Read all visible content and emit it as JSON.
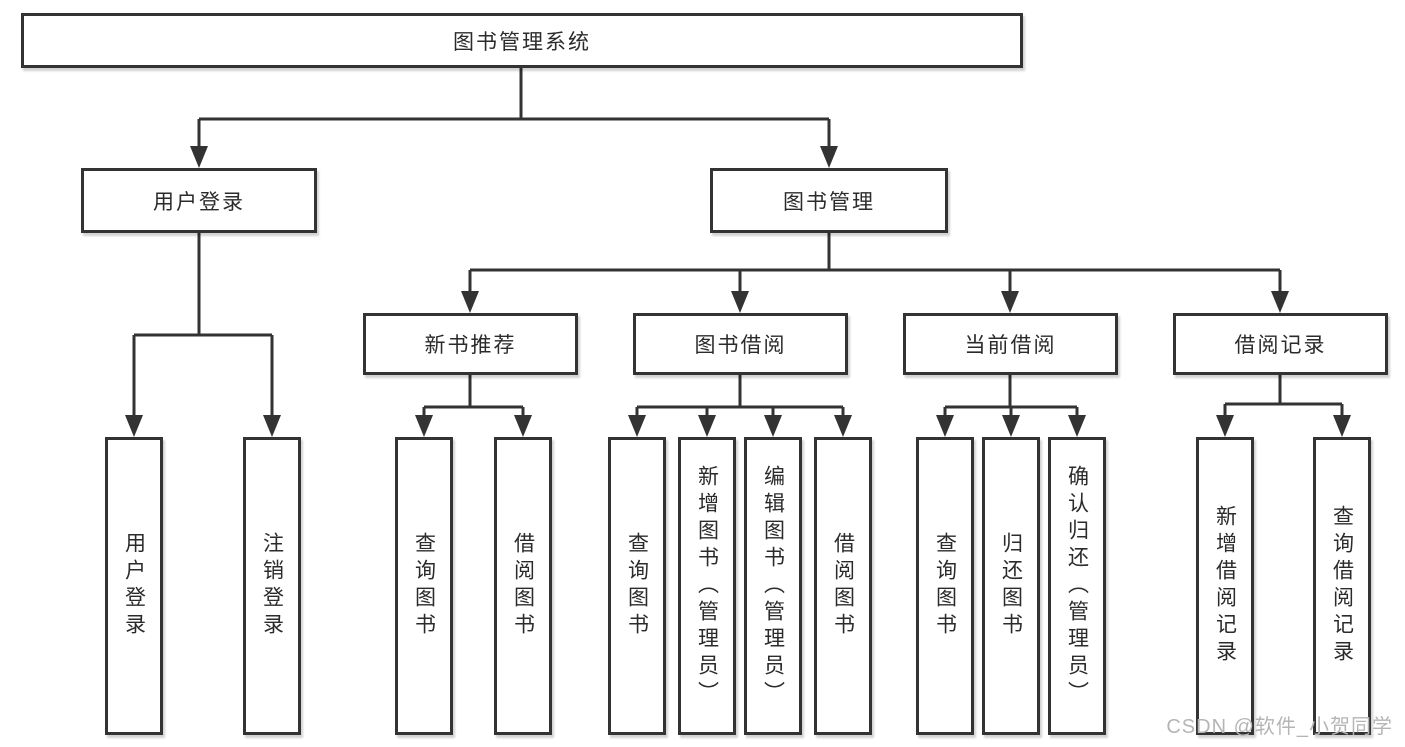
{
  "tree": {
    "root": {
      "label": "图书管理系统"
    },
    "level2": [
      {
        "label": "用户登录"
      },
      {
        "label": "图书管理"
      }
    ],
    "level3": [
      {
        "label": "新书推荐"
      },
      {
        "label": "图书借阅"
      },
      {
        "label": "当前借阅"
      },
      {
        "label": "借阅记录"
      }
    ],
    "level4": [
      {
        "label": "用户登录"
      },
      {
        "label": "注销登录"
      },
      {
        "label": "查询图书"
      },
      {
        "label": "借阅图书"
      },
      {
        "label": "查询图书"
      },
      {
        "label": "新增图书（管理员）"
      },
      {
        "label": "编辑图书（管理员）"
      },
      {
        "label": "借阅图书"
      },
      {
        "label": "查询图书"
      },
      {
        "label": "归还图书"
      },
      {
        "label": "确认归还（管理员）"
      },
      {
        "label": "新增借阅记录"
      },
      {
        "label": "查询借阅记录"
      }
    ]
  },
  "watermark": {
    "text": "CSDN @软件_小贺同学"
  },
  "colors": {
    "line": "#333333",
    "border": "#333333",
    "text": "#2b2b2b",
    "watermark": "#b5b5b5",
    "background": "#ffffff"
  }
}
